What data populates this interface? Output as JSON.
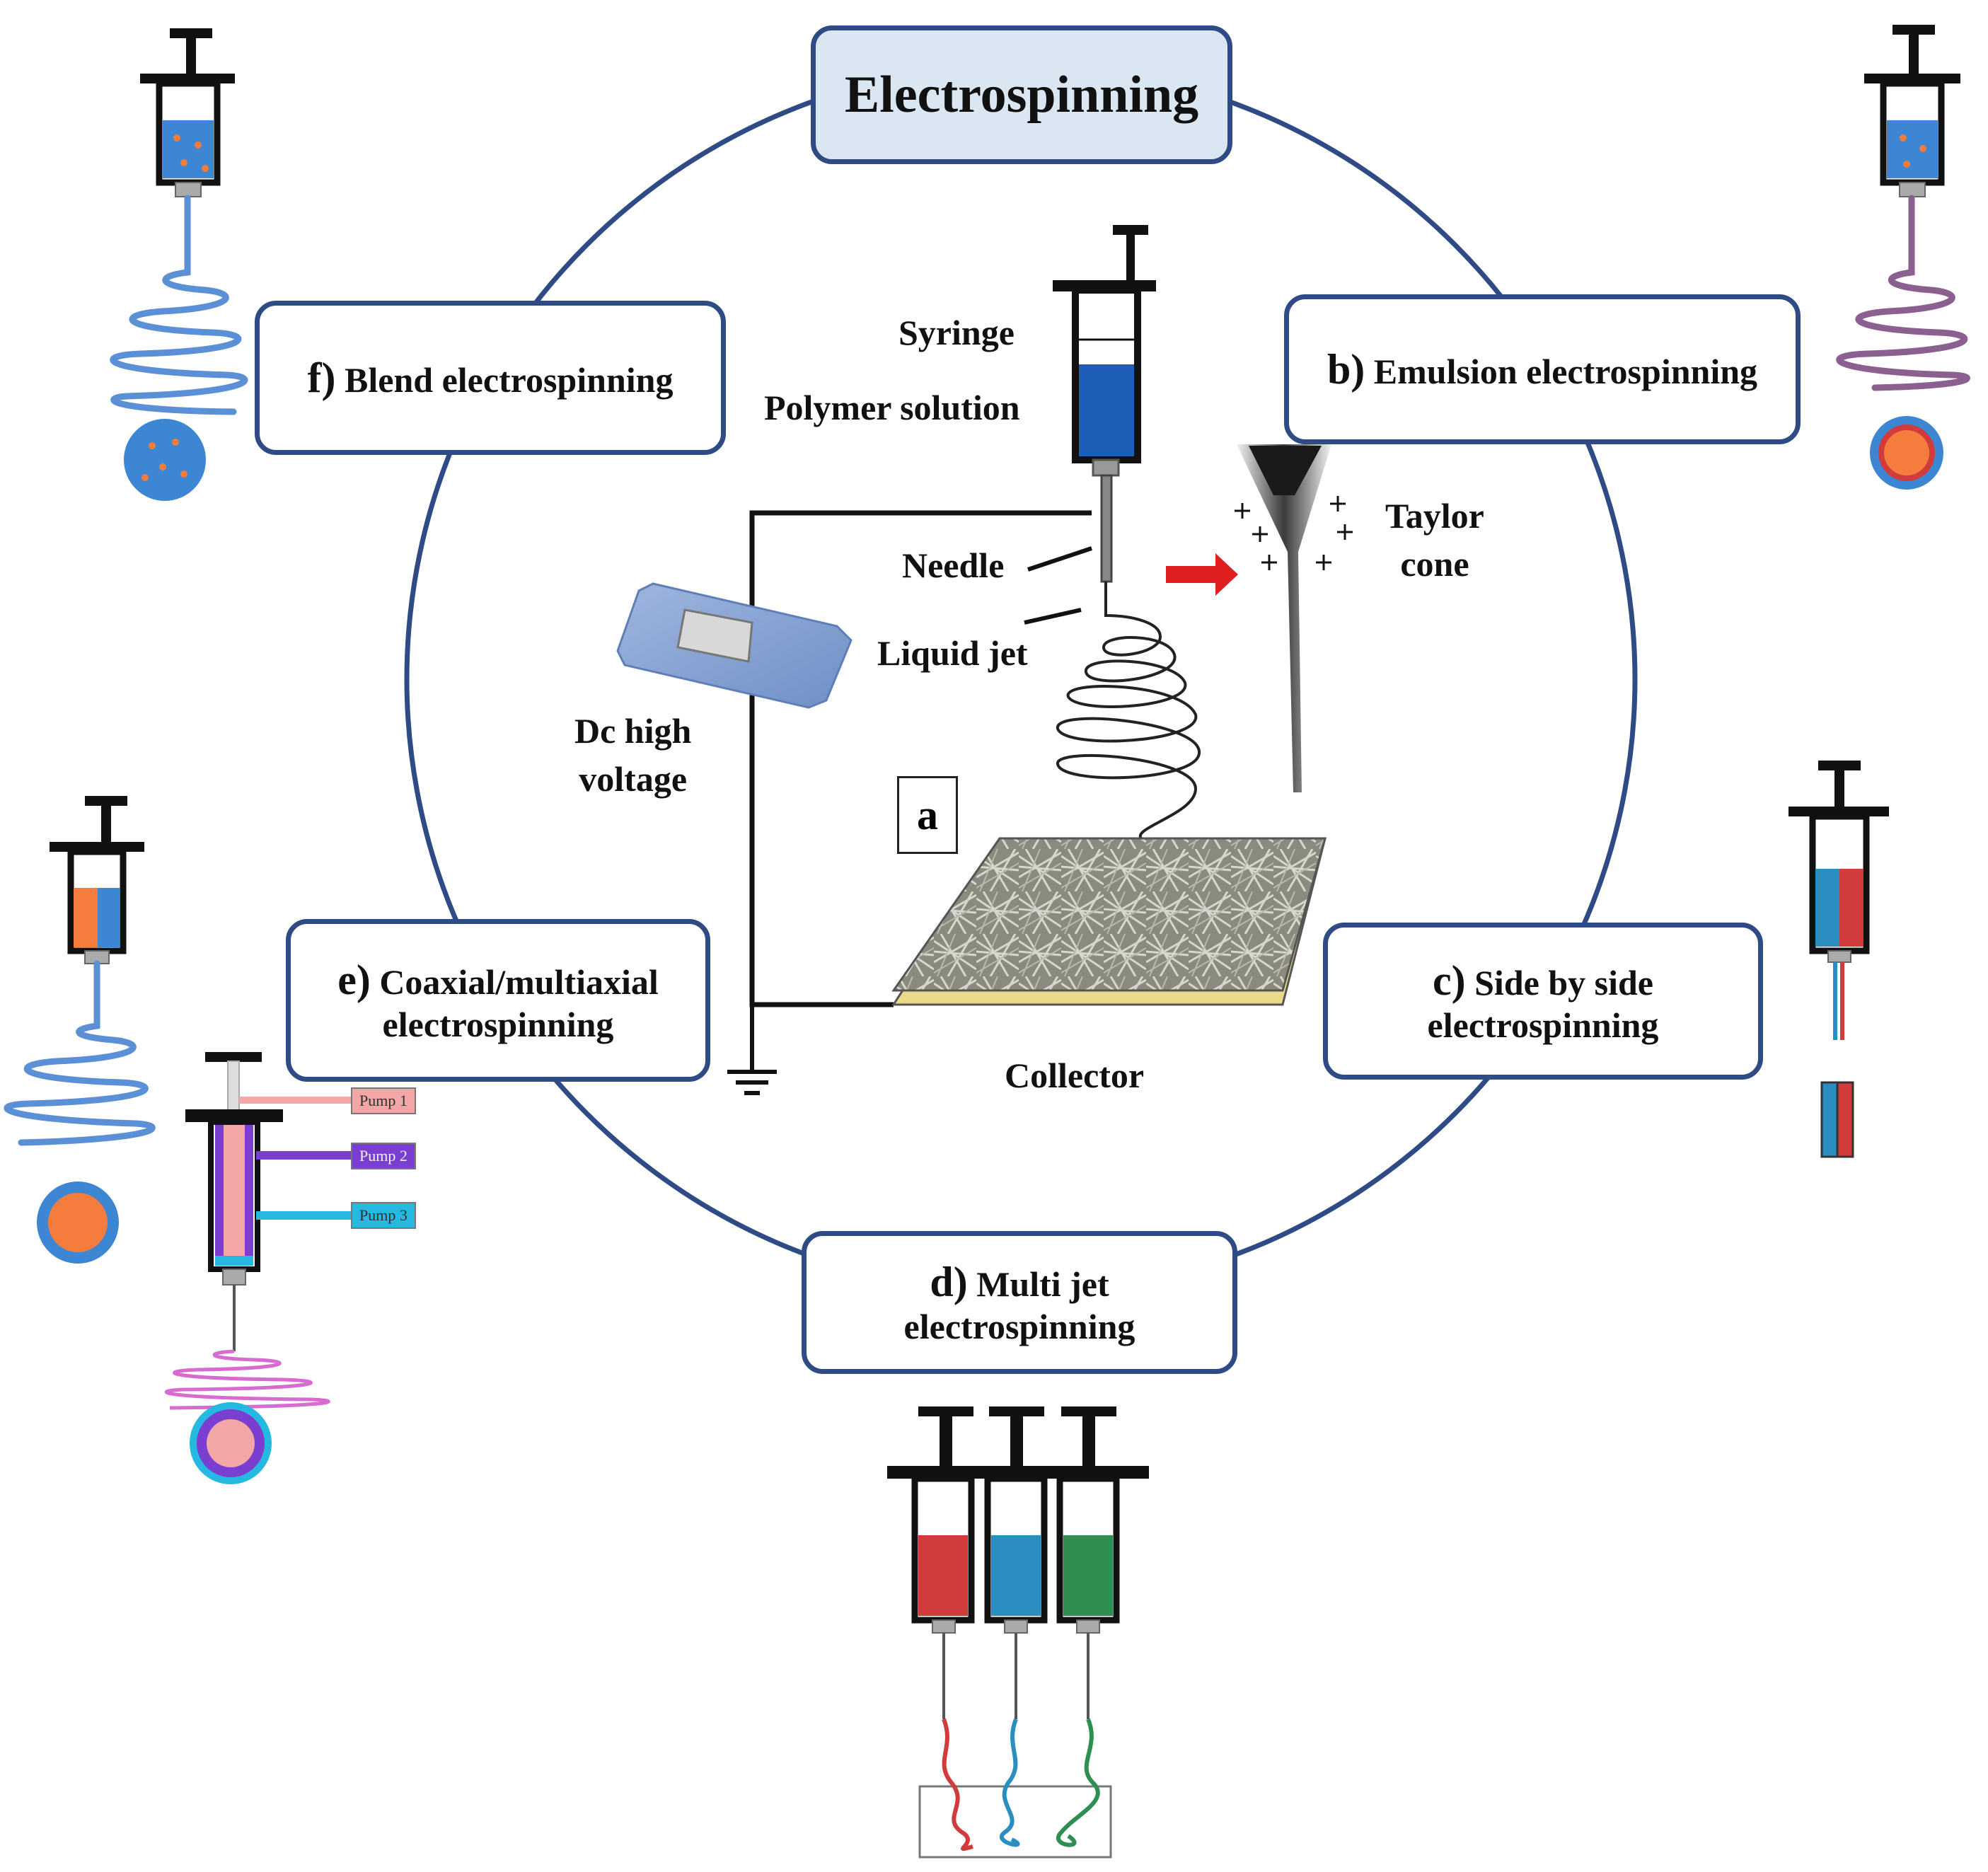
{
  "title": "Electrospinning",
  "methods": {
    "b": {
      "letter": "b)",
      "line1": "Emulsion electrospinning",
      "line2": ""
    },
    "c": {
      "letter": "c)",
      "line1": "Side by side",
      "line2": "electrospinning"
    },
    "d": {
      "letter": "d)",
      "line1": "Multi jet",
      "line2": "electrospinning"
    },
    "e": {
      "letter": "e)",
      "line1": "Coaxial/multiaxial",
      "line2": "electrospinning"
    },
    "f": {
      "letter": "f)",
      "line1": "Blend electrospinning",
      "line2": ""
    }
  },
  "setup_labels": {
    "syringe": "Syringe",
    "polymer_solution": "Polymer solution",
    "needle": "Needle",
    "liquid_jet": "Liquid jet",
    "dc_line1": "Dc high",
    "dc_line2": "voltage",
    "taylor_line1": "Taylor",
    "taylor_line2": "cone",
    "collector": "Collector",
    "panel_a": "a"
  },
  "pumps": [
    "Pump 1",
    "Pump 2",
    "Pump 3"
  ],
  "colors": {
    "ring": "#2f4b86",
    "title_fill": "#dbe6f3",
    "solution_blue": "#1d5fb8",
    "fiber_blue": "#5b8fd6",
    "orange": "#f47c3c",
    "red": "#d23b3b",
    "teal": "#2a8fc0",
    "green": "#2f8f52",
    "purple": "#7a3fd0",
    "pink": "#f2a6a6",
    "cyan": "#25b8e0"
  }
}
